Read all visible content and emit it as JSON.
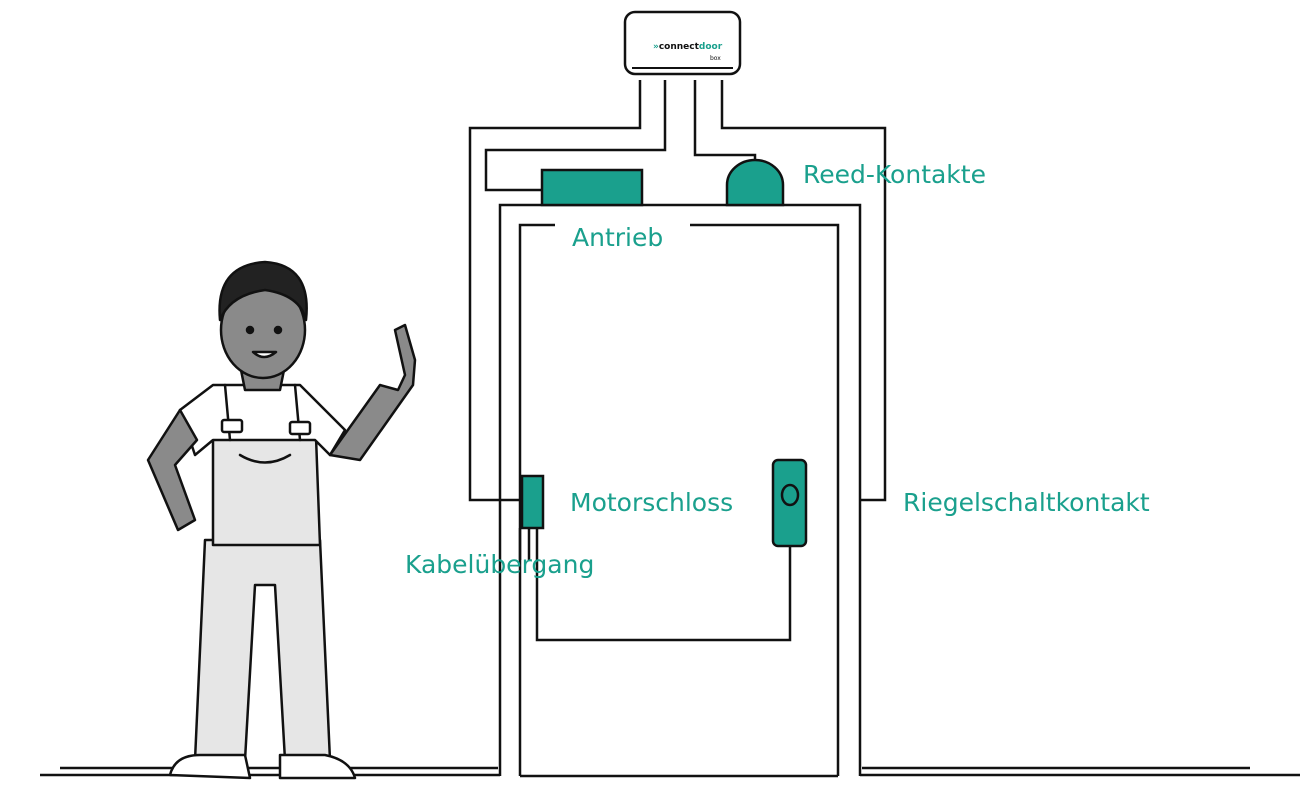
{
  "brand": {
    "logo_text_main": "connect",
    "logo_text_accent": "door",
    "logo_subtext": "box"
  },
  "labels": {
    "reed_contacts": "Reed-Kontakte",
    "drive": "Antrieb",
    "motor_lock": "Motorschloss",
    "bolt_switch_contact": "Riegelschaltkontakt",
    "cable_transition": "Kabelübergang"
  },
  "colors": {
    "accent": "#1aa08d",
    "line": "#111111",
    "skin": "#8a8a8a",
    "overall": "#e6e6e6"
  }
}
